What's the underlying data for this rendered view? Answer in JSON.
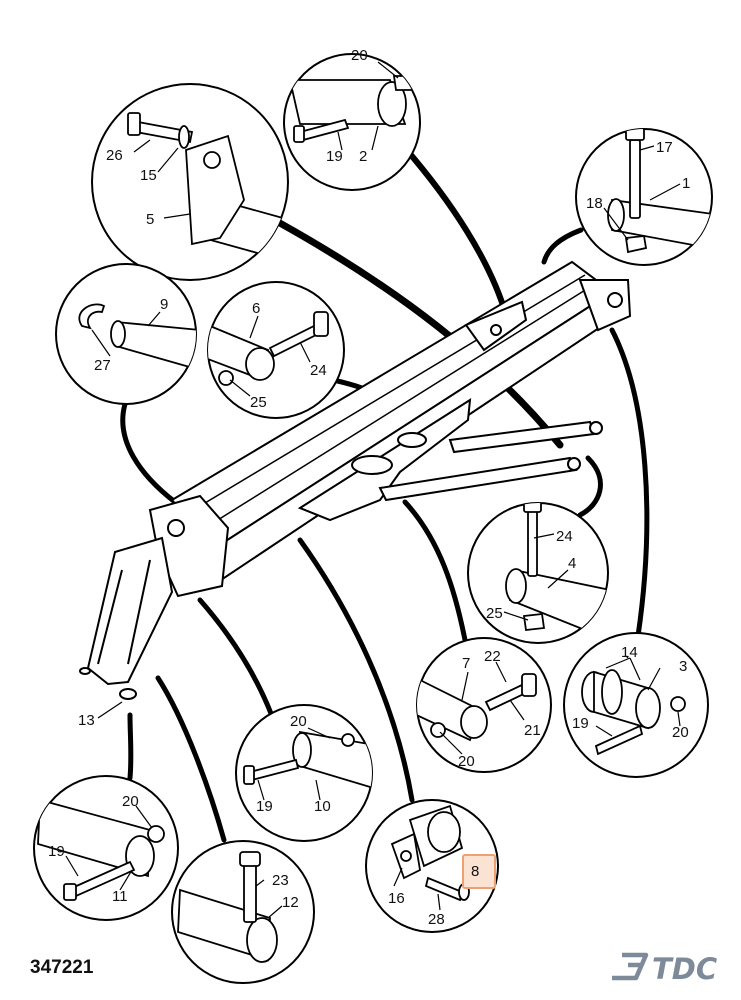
{
  "figure_number": "347221",
  "brand": {
    "text": "TDC",
    "icon": "tdc-logo-icon",
    "color": "#7d8a99"
  },
  "highlight_color": "#f0a070",
  "callouts": [
    "1",
    "2",
    "3",
    "4",
    "5",
    "6",
    "7",
    "8",
    "9",
    "10",
    "11",
    "12",
    "13",
    "14",
    "15",
    "16",
    "17",
    "18",
    "19",
    "19",
    "19",
    "19",
    "19",
    "20",
    "20",
    "20",
    "20",
    "20",
    "20",
    "21",
    "22",
    "23",
    "24",
    "24",
    "25",
    "25",
    "26",
    "27",
    "28"
  ],
  "highlighted_callout": "8"
}
